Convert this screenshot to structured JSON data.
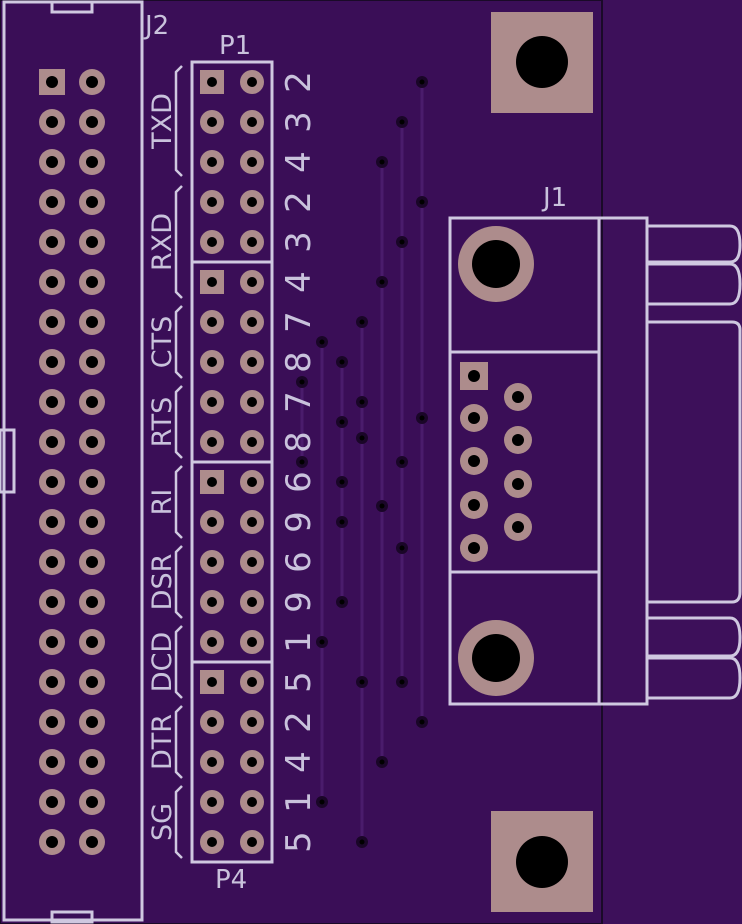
{
  "board": {
    "labels": {
      "j2": "J2",
      "p1": "P1",
      "p4": "P4",
      "j1": "J1"
    },
    "signals": [
      "TXD",
      "RXD",
      "CTS",
      "RTS",
      "RI",
      "DSR",
      "DCD",
      "DTR",
      "SG"
    ],
    "pin_numbers": [
      "2",
      "3",
      "4",
      "2",
      "3",
      "4",
      "7",
      "8",
      "7",
      "8",
      "6",
      "9",
      "6",
      "9",
      "1",
      "5",
      "2",
      "4",
      "1",
      "5"
    ],
    "colors": {
      "outside": "#ffffff",
      "board": "#3b0f58",
      "soldermask": "#2e0747",
      "silk": "#cfc8e0",
      "pad": "#ad8c8c",
      "hole": "#000000",
      "trace": "#4a1a6a"
    }
  }
}
